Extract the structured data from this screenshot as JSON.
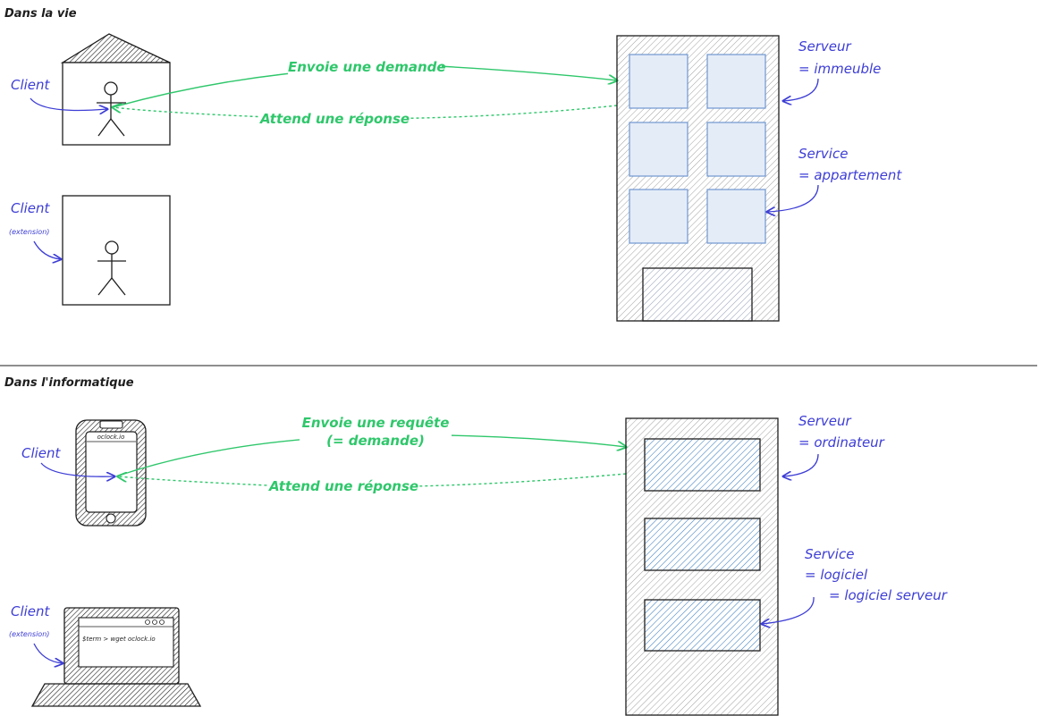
{
  "sections": {
    "life": {
      "title": "Dans la vie",
      "client_label": "Client",
      "client_ext_label": "Client",
      "client_ext_sub": "(extension)",
      "request_label": "Envoie une demande",
      "response_label": "Attend une réponse",
      "server_line1": "Serveur",
      "server_line2": "= immeuble",
      "service_line1": "Service",
      "service_line2": "= appartement"
    },
    "it": {
      "title": "Dans l'informatique",
      "client_label": "Client",
      "client_ext_label": "Client",
      "client_ext_sub": "(extension)",
      "phone_screen_text": "oclock.io",
      "laptop_screen_text": "$term > wget oclock.io",
      "request_line1": "Envoie une requête",
      "request_line2": "(= demande)",
      "response_label": "Attend une réponse",
      "server_line1": "Serveur",
      "server_line2": "= ordinateur",
      "service_line1": "Service",
      "service_line2": "= logiciel",
      "service_line3": "= logiciel serveur"
    }
  },
  "colors": {
    "ink": "#1e1e1e",
    "annotation": "#3d3dd6",
    "arrow": "#2fc76b",
    "window_fill": "#a5c8ec",
    "window_stroke": "#4a90d9"
  }
}
